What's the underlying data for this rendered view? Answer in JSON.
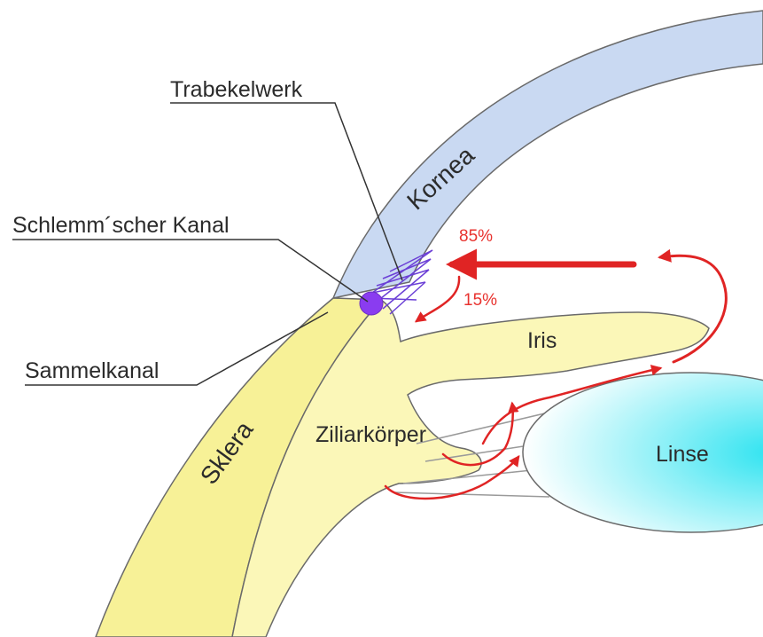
{
  "labels": {
    "trabekelwerk": "Trabekelwerk",
    "schlemm": "Schlemm´scher Kanal",
    "sammelkanal": "Sammelkanal",
    "kornea": "Kornea",
    "sklera": "Sklera",
    "iris": "Iris",
    "ziliarkoerper": "Ziliarkörper",
    "linse": "Linse"
  },
  "flow": {
    "main_percent": "85%",
    "minor_percent": "15%"
  },
  "colors": {
    "cornea": "#c9d9f2",
    "sclera": "#f7f197",
    "tissue": "#fbf7b8",
    "flow_arrow": "#e02424",
    "trabecular": "#6b3fd6",
    "lens_core": "#2ee3f0",
    "outline": "#6a6a6a"
  }
}
